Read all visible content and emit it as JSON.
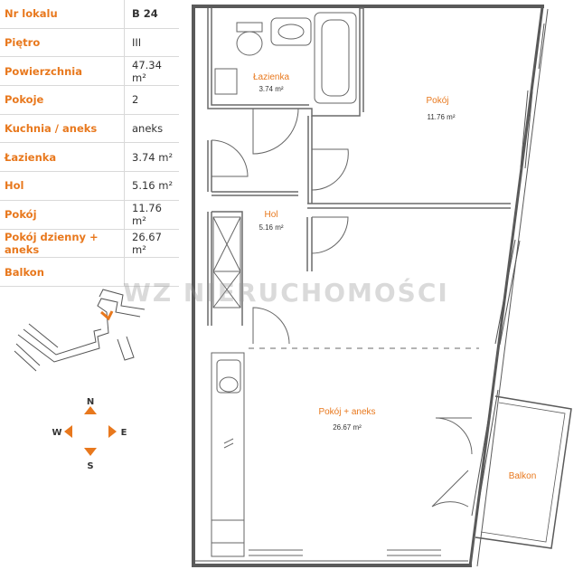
{
  "specs": [
    {
      "label": "Nr lokalu",
      "value": "B 24"
    },
    {
      "label": "Piętro",
      "value": "III"
    },
    {
      "label": "Powierzchnia",
      "value": "47.34 m²"
    },
    {
      "label": "Pokoje",
      "value": "2"
    },
    {
      "label": "Kuchnia / aneks",
      "value": "aneks"
    },
    {
      "label": "Łazienka",
      "value": "3.74 m²"
    },
    {
      "label": "Hol",
      "value": "5.16 m²"
    },
    {
      "label": "Pokój",
      "value": "11.76 m²"
    },
    {
      "label": "Pokój dzienny + aneks",
      "value": "26.67 m²"
    },
    {
      "label": "Balkon",
      "value": ""
    }
  ],
  "watermark": "WZ NIERUCHOMOŚCI",
  "compass": {
    "north": "N",
    "south": "S",
    "east": "E",
    "west": "W"
  },
  "rooms": {
    "lazienka": {
      "name": "Łazienka",
      "area": "3.74 m²"
    },
    "pokoj": {
      "name": "Pokój",
      "area": "11.76 m²"
    },
    "hol": {
      "name": "Hol",
      "area": "5.16 m²"
    },
    "pokoj_aneks": {
      "name": "Pokój + aneks",
      "area": "26.67 m²"
    },
    "balkon": {
      "name": "Balkon"
    }
  },
  "colors": {
    "accent": "#e8781d",
    "wall": "#5a5a5a",
    "line": "#8a8a8a"
  }
}
